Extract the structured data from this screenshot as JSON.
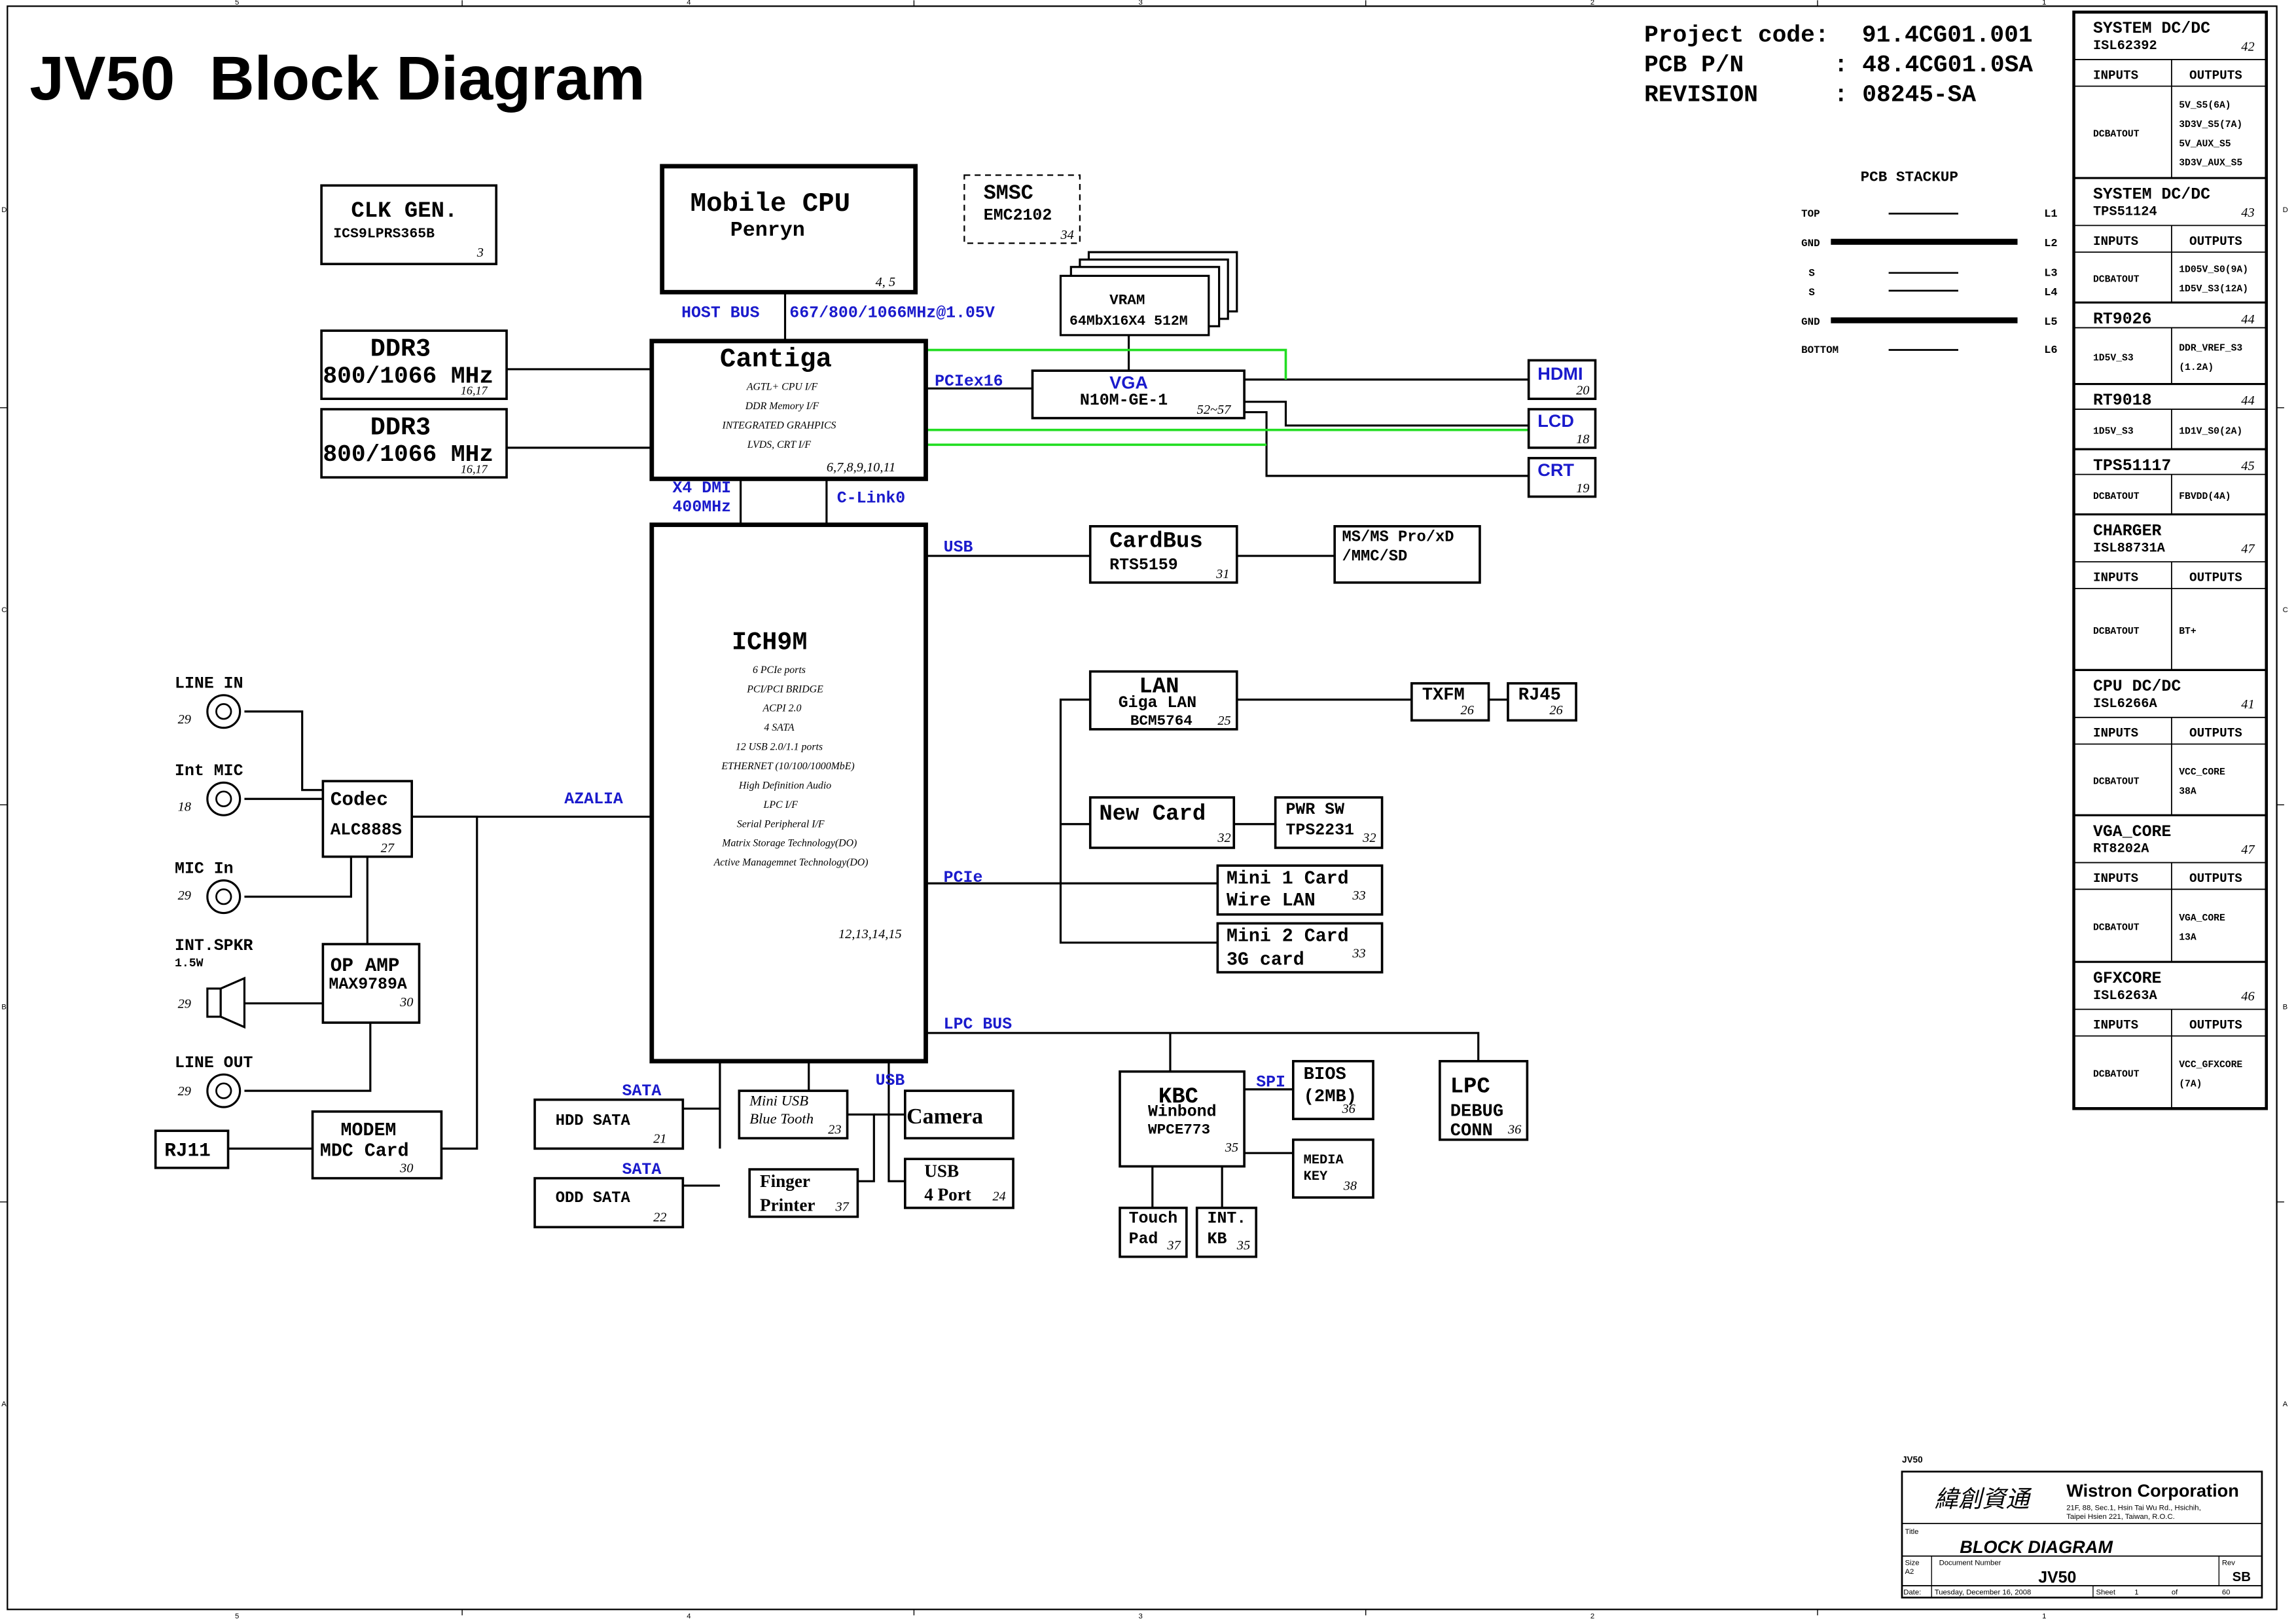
{
  "title": "JV50  Block Diagram",
  "project": {
    "code_label": "Project code:",
    "code_value": "91.4CG01.001",
    "pcb_label": "PCB P/N",
    "pcb_value": ": 48.4CG01.0SA",
    "rev_label": "REVISION",
    "rev_value": ": 08245-SA"
  },
  "blocks": {
    "clk": {
      "name": "CLK GEN.",
      "part": "ICS9LPRS365B",
      "page": "3"
    },
    "ddr3_a": {
      "name": "DDR3",
      "speed": "800/1066 MHz",
      "page": "16,17"
    },
    "ddr3_b": {
      "name": "DDR3",
      "speed": "800/1066 MHz",
      "page": "16,17"
    },
    "cpu": {
      "name": "Mobile CPU",
      "part": "Penryn",
      "page": "4, 5"
    },
    "smsc": {
      "name": "SMSC",
      "part": "EMC2102",
      "page": "34"
    },
    "vram": {
      "name": "VRAM",
      "part": "64MbX16X4 512M"
    },
    "cantiga": {
      "name": "Cantiga",
      "features": [
        "AGTL+ CPU I/F",
        "DDR Memory I/F",
        "INTEGRATED GRAHPICS",
        "LVDS, CRT I/F"
      ],
      "page": "6,7,8,9,10,11"
    },
    "vga": {
      "name": "VGA",
      "part": "N10M-GE-1",
      "page": "52~57"
    },
    "hdmi": {
      "name": "HDMI",
      "page": "20"
    },
    "lcd": {
      "name": "LCD",
      "page": "18"
    },
    "crt": {
      "name": "CRT",
      "page": "19"
    },
    "cardbus": {
      "name": "CardBus",
      "part": "RTS5159",
      "page": "31"
    },
    "ms": {
      "line1": "MS/MS Pro/xD",
      "line2": "/MMC/SD"
    },
    "ich9m": {
      "name": "ICH9M",
      "features": [
        "6 PCIe ports",
        "PCI/PCI BRIDGE",
        "ACPI 2.0",
        "4 SATA",
        "12 USB 2.0/1.1 ports",
        "ETHERNET (10/100/1000MbE)",
        "High Definition Audio",
        "LPC I/F",
        "Serial Peripheral I/F",
        "Matrix Storage Technology(DO)",
        "Active Managemnet Technology(DO)"
      ],
      "page": "12,13,14,15"
    },
    "lan": {
      "name": "LAN",
      "sub": "Giga LAN",
      "part": "BCM5764",
      "page": "25"
    },
    "txfm": {
      "name": "TXFM",
      "page": "26"
    },
    "rj45": {
      "name": "RJ45",
      "page": "26"
    },
    "newcard": {
      "name": "New Card",
      "page": "32"
    },
    "pwrsw": {
      "name": "PWR SW",
      "part": "TPS2231",
      "page": "32"
    },
    "mini1": {
      "line1": "Mini 1 Card",
      "line2": "Wire LAN",
      "page": "33"
    },
    "mini2": {
      "line1": "Mini 2 Card",
      "line2": "3G card",
      "page": "33"
    },
    "codec": {
      "name": "Codec",
      "part": "ALC888S",
      "page": "27"
    },
    "opamp": {
      "name": "OP AMP",
      "part": "MAX9789A",
      "page": "30"
    },
    "modem": {
      "line1": "MODEM",
      "line2": "MDC Card",
      "page": "30"
    },
    "rj11": {
      "name": "RJ11"
    },
    "hdd": {
      "name": "HDD SATA",
      "page": "21"
    },
    "odd": {
      "name": "ODD SATA",
      "page": "22"
    },
    "miniusb": {
      "line1": "Mini USB",
      "line2": "Blue Tooth",
      "page": "23"
    },
    "camera": {
      "name": "Camera"
    },
    "finger": {
      "line1": "Finger",
      "line2": "Printer",
      "page": "37"
    },
    "usb4": {
      "line1": "USB",
      "line2": "4 Port",
      "page": "24"
    },
    "kbc": {
      "name": "KBC",
      "sub": "Winbond",
      "part": "WPCE773",
      "page": "35"
    },
    "bios": {
      "line1": "BIOS",
      "line2": "(2MB)",
      "page": "36"
    },
    "media": {
      "line1": "MEDIA",
      "line2": "KEY",
      "page": "38"
    },
    "touchpad": {
      "line1": "Touch",
      "line2": "Pad",
      "page": "37"
    },
    "intkb": {
      "line1": "INT.",
      "line2": "KB",
      "page": "35"
    },
    "lpcdbg": {
      "line1": "LPC",
      "line2": "DEBUG",
      "line3": "CONN",
      "page": "36"
    }
  },
  "audio_jacks": [
    {
      "label": "LINE IN",
      "page": "29"
    },
    {
      "label": "Int MIC",
      "page": "18"
    },
    {
      "label": "MIC In",
      "page": "29"
    },
    {
      "label": "LINE OUT",
      "page": "29"
    }
  ],
  "speaker": {
    "label": "INT.SPKR",
    "rating": "1.5W",
    "page": "29"
  },
  "bus_labels": {
    "host_bus": "HOST BUS",
    "host_speed": "667/800/1066MHz@1.05V",
    "pciex16": "PCIex16",
    "x4dmi_1": "X4 DMI",
    "x4dmi_2": "400MHz",
    "clink": "C-Link0",
    "usb1": "USB",
    "pcie": "PCIe",
    "azalia": "AZALIA",
    "lpcbus": "LPC BUS",
    "sata1": "SATA",
    "sata2": "SATA",
    "usb2": "USB",
    "spi": "SPI"
  },
  "stackup": {
    "title": "PCB STACKUP",
    "layers": [
      {
        "name": "TOP",
        "id": "L1"
      },
      {
        "name": "GND",
        "id": "L2"
      },
      {
        "name": "S",
        "id": "L3"
      },
      {
        "name": "S",
        "id": "L4"
      },
      {
        "name": "GND",
        "id": "L5"
      },
      {
        "name": "BOTTOM",
        "id": "L6"
      }
    ]
  },
  "power_table": {
    "in_label": "INPUTS",
    "out_label": "OUTPUTS",
    "sections": [
      {
        "title": "SYSTEM DC/DC",
        "part": "ISL62392",
        "page": "42",
        "inputs": "DCBATOUT",
        "outputs": [
          "5V_S5(6A)",
          "3D3V_S5(7A)",
          "5V_AUX_S5",
          "3D3V_AUX_S5"
        ]
      },
      {
        "title": "SYSTEM DC/DC",
        "part": "TPS51124",
        "page": "43",
        "inputs": "DCBATOUT",
        "outputs": [
          "1D05V_S0(9A)",
          "1D5V_S3(12A)"
        ]
      },
      {
        "title": "RT9026",
        "part": "",
        "page": "44",
        "inputs": "1D5V_S3",
        "outputs": [
          "DDR_VREF_S3",
          "(1.2A)"
        ]
      },
      {
        "title": "RT9018",
        "part": "",
        "page": "44",
        "inputs": "1D5V_S3",
        "outputs": [
          "1D1V_S0(2A)"
        ]
      },
      {
        "title": "TPS51117",
        "part": "",
        "page": "45",
        "inputs": "DCBATOUT",
        "outputs": [
          "FBVDD(4A)"
        ]
      },
      {
        "title": "CHARGER",
        "part": "ISL88731A",
        "page": "47",
        "inputs": "DCBATOUT",
        "outputs": [
          "BT+"
        ]
      },
      {
        "title": "CPU DC/DC",
        "part": "ISL6266A",
        "page": "41",
        "inputs": "DCBATOUT",
        "outputs": [
          "VCC_CORE",
          "38A"
        ]
      },
      {
        "title": "VGA_CORE",
        "part": "RT8202A",
        "page": "47",
        "inputs": "DCBATOUT",
        "outputs": [
          "VGA_CORE",
          "13A"
        ]
      },
      {
        "title": "GFXCORE",
        "part": "ISL6263A",
        "page": "46",
        "inputs": "DCBATOUT",
        "outputs": [
          "VCC_GFXCORE",
          "(7A)"
        ]
      }
    ]
  },
  "title_block": {
    "project_small": "JV50",
    "company_chinese": "緯創資通",
    "company": "Wistron Corporation",
    "address1": "21F, 88, Sec.1, Hsin Tai Wu Rd., Hsichih,",
    "address2": "Taipei Hsien 221, Taiwan, R.O.C.",
    "title_label": "Title",
    "title": "BLOCK DIAGRAM",
    "size_label": "Size",
    "size": "A2",
    "docnum_label": "Document Number",
    "docnum": "JV50",
    "rev_label": "Rev",
    "rev": "SB",
    "date_label": "Date:",
    "date": "Tuesday, December 16, 2008",
    "sheet_label": "Sheet",
    "sheet": "1",
    "of_label": "of",
    "sheets": "60"
  },
  "border_marks": {
    "top": [
      "5",
      "4",
      "3",
      "2",
      "1"
    ],
    "side": [
      "D",
      "C",
      "B",
      "A"
    ]
  },
  "colors": {
    "line": "#000000",
    "bus_label": "#1a1acc",
    "display_link": "#22dd22"
  }
}
